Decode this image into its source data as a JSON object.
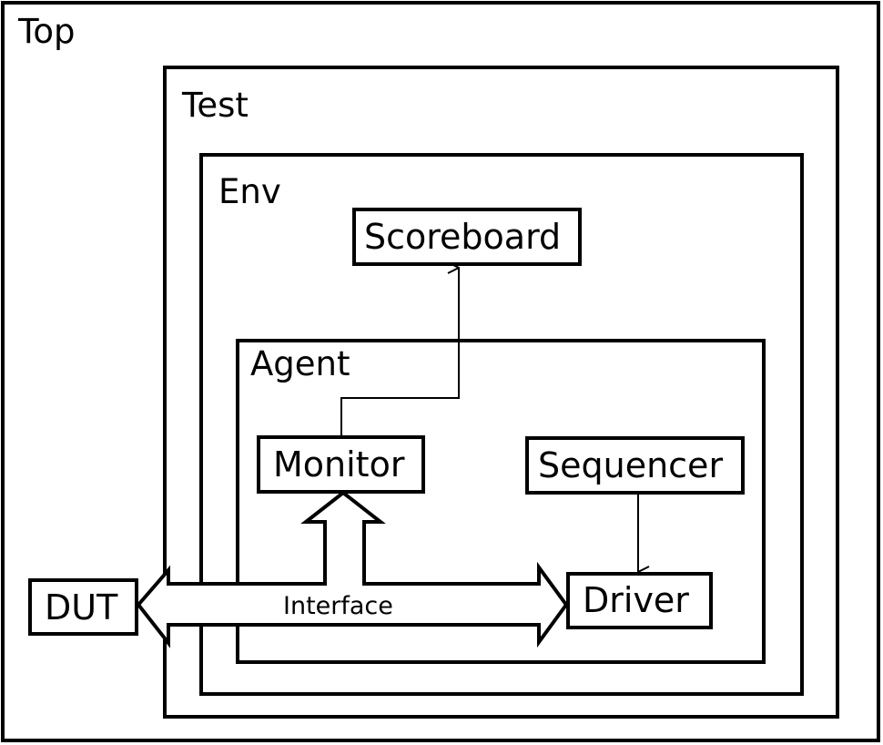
{
  "containers": {
    "top": "Top",
    "test": "Test",
    "env": "Env",
    "agent": "Agent"
  },
  "components": {
    "scoreboard": "Scoreboard",
    "monitor": "Monitor",
    "sequencer": "Sequencer",
    "driver": "Driver",
    "dut": "DUT"
  },
  "interface_label": "Interface"
}
